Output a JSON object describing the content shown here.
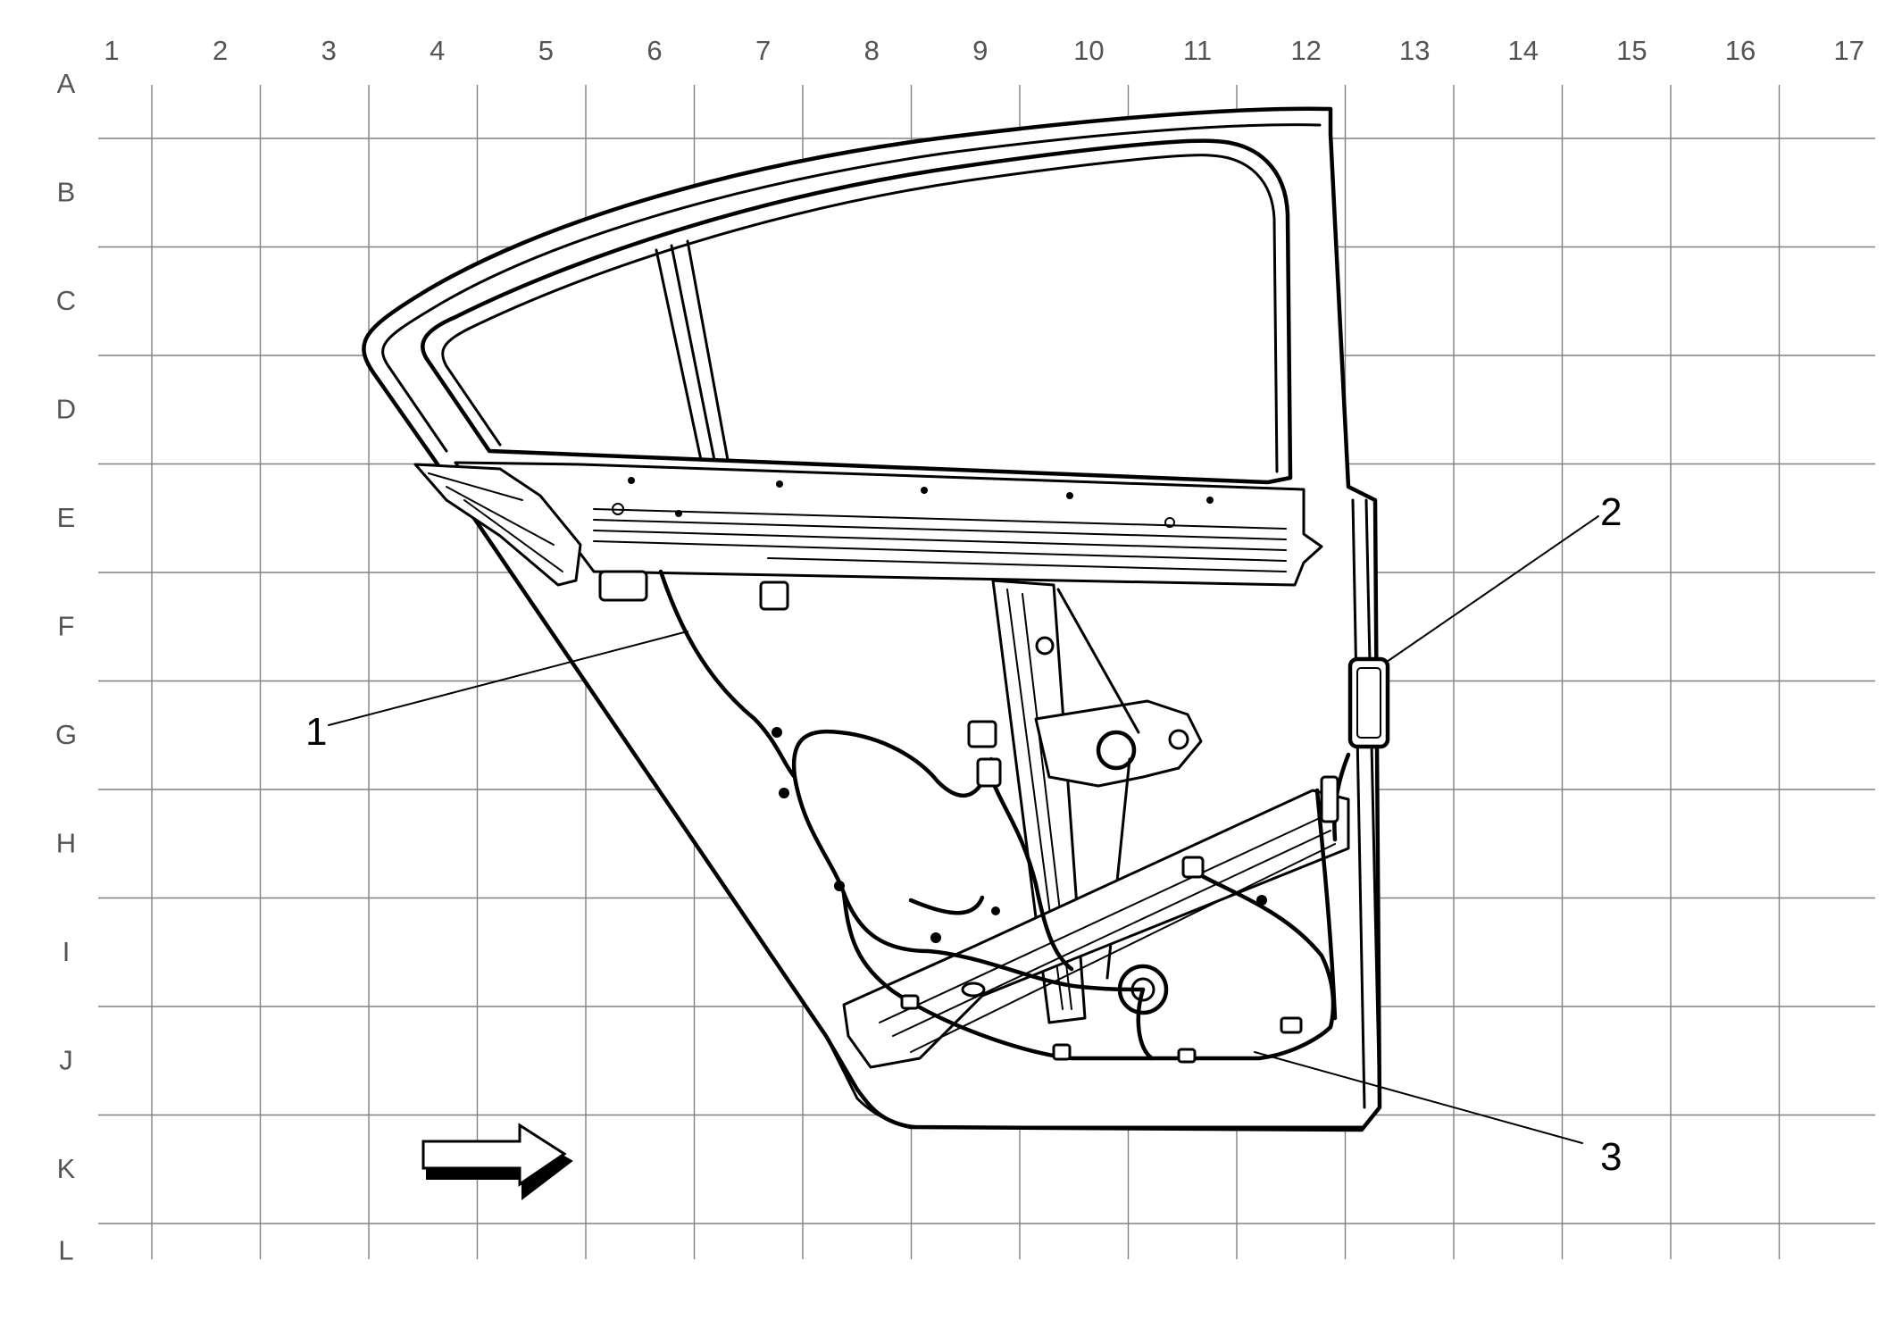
{
  "grid": {
    "columns": [
      "1",
      "2",
      "3",
      "4",
      "5",
      "6",
      "7",
      "8",
      "9",
      "10",
      "11",
      "12",
      "13",
      "14",
      "15",
      "16",
      "17"
    ],
    "rows": [
      "A",
      "B",
      "C",
      "D",
      "E",
      "F",
      "G",
      "H",
      "I",
      "J",
      "K",
      "L"
    ]
  },
  "callouts": [
    {
      "id": "1",
      "label": "1"
    },
    {
      "id": "2",
      "label": "2"
    },
    {
      "id": "3",
      "label": "3"
    }
  ],
  "icons": {
    "direction_arrow": "right-arrow-icon"
  }
}
